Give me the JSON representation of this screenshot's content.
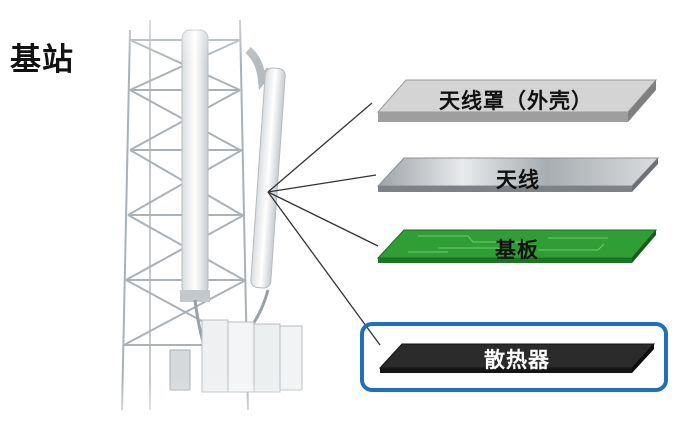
{
  "title": "基站",
  "layers": {
    "radome": "天线罩（外壳）",
    "antenna": "天线",
    "substrate": "基板",
    "heatsink": "散热器"
  },
  "colors": {
    "radome": "#c9c9c9",
    "antenna": "#b8bcc0",
    "substrate": "#2e9e33",
    "heatsink": "#2a2a2a",
    "highlight": "#1f6fbf"
  }
}
